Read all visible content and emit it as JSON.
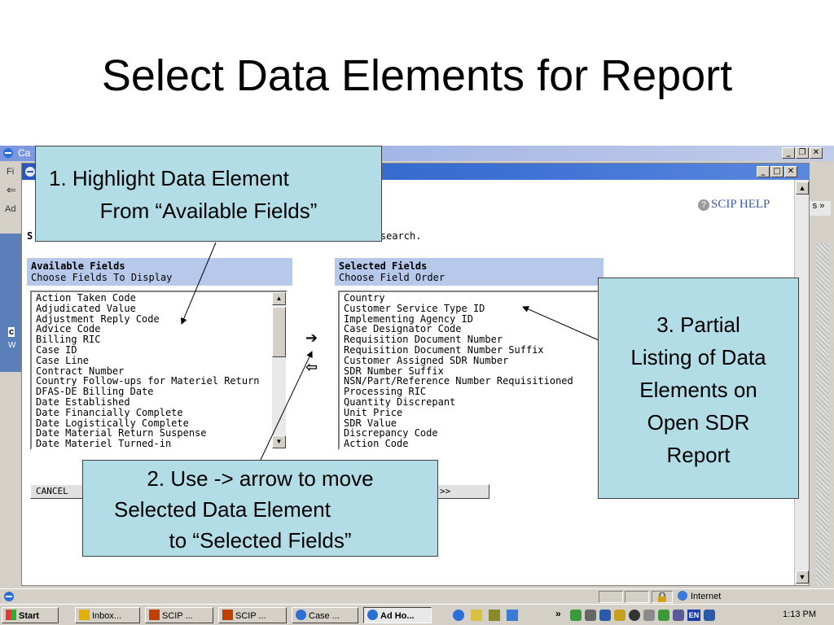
{
  "slide": {
    "title": "Select Data Elements for Report"
  },
  "outer_window": {
    "title": "Ca",
    "menu_fragment": "Fi",
    "back_glyph": "⇐",
    "address_label": "Ad",
    "side_letter_c": "c",
    "side_letter_w": "W",
    "links_fragment": "s »",
    "buttons": {
      "minimize": "_",
      "restore": "❐",
      "close": "✕"
    }
  },
  "inner_window": {
    "buttons": {
      "minimize": "_",
      "maximize": "□",
      "close": "✕"
    }
  },
  "page": {
    "help_label": "SCIP HELP",
    "help_icon": "?",
    "instruction_lead": "S",
    "instruction_tail": "ur search."
  },
  "available_fields": {
    "title": "Available Fields",
    "subtitle": "Choose Fields To Display",
    "items": [
      "Action Taken Code",
      "Adjudicated Value",
      "Adjustment Reply Code",
      "Advice Code",
      "Billing RIC",
      "Case ID",
      "Case Line",
      "Contract Number",
      "Country Follow-ups for Materiel Return",
      "DFAS-DE Billing Date",
      "Date Established",
      "Date Financially Complete",
      "Date Logistically Complete",
      "Date Material Return Suspense",
      "Date Materiel Turned-in"
    ]
  },
  "selected_fields": {
    "title": "Selected Fields",
    "subtitle": "Choose Field Order",
    "items": [
      "Country",
      "Customer Service Type ID",
      "Implementing Agency ID",
      "Case Designator Code",
      "Requisition Document Number",
      "Requisition Document Number Suffix",
      "Customer Assigned SDR Number",
      "SDR Number Suffix",
      "NSN/Part/Reference Number Requisitioned",
      "Processing RIC",
      "Quantity Discrepant",
      "Unit Price",
      "SDR Value",
      "Discrepancy Code",
      "Action Code"
    ]
  },
  "move_controls": {
    "move_right": "➔",
    "move_left": "⇦"
  },
  "buttons": {
    "cancel": "CANCEL",
    "next": ">>"
  },
  "callouts": {
    "one": [
      "1. Highlight Data Element",
      "From “Available Fields”"
    ],
    "two": [
      "2. Use -> arrow to move",
      "Selected Data Element",
      "to “Selected Fields”"
    ],
    "three": [
      "3. Partial",
      "Listing of Data",
      "Elements on",
      "Open SDR",
      "Report"
    ]
  },
  "statusbar": {
    "zone": "Internet"
  },
  "taskbar": {
    "start": "Start",
    "items": [
      "Inbox...",
      "SCIP ...",
      "SCIP ...",
      "Case ...",
      "Ad Ho..."
    ],
    "tray_chevron": "»",
    "tray_lang": "EN",
    "clock": "1:13 PM"
  },
  "colors": {
    "callout_fill": "#b3dde6",
    "field_header": "#b6c9ea",
    "titlebar_active": "#2a58c0",
    "titlebar_inactive": "#7a96df"
  }
}
